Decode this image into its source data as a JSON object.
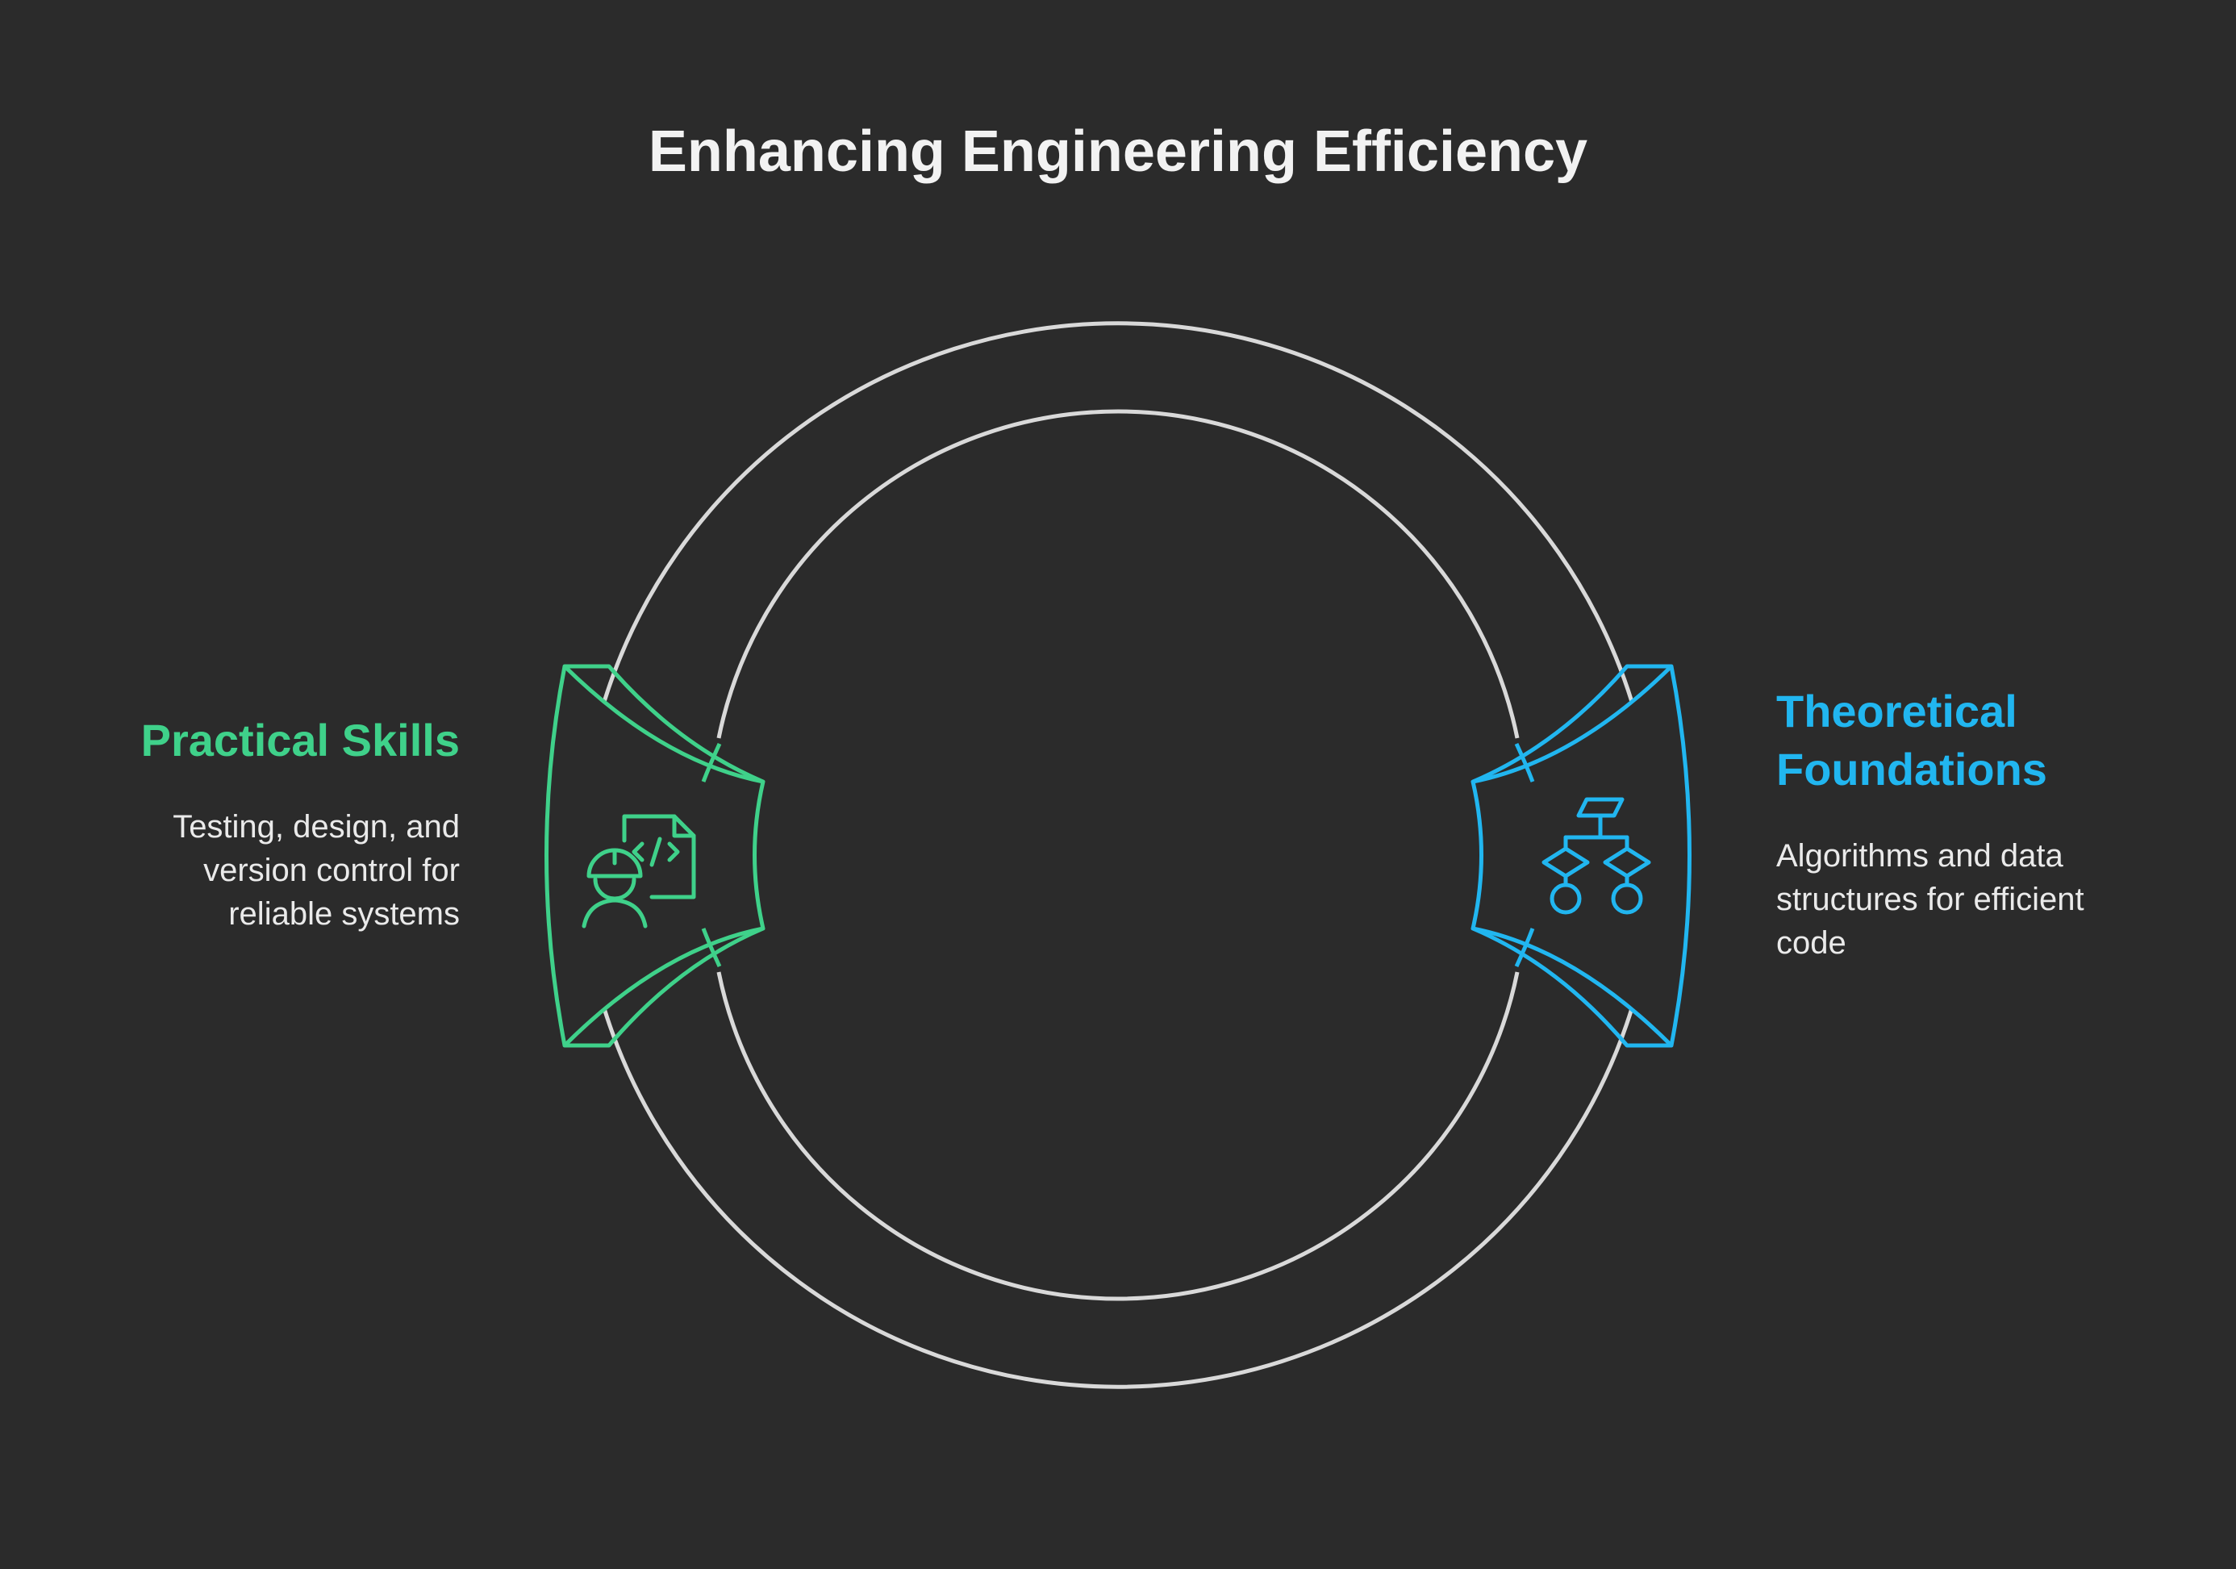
{
  "title": "Enhancing Engineering Efficiency",
  "colors": {
    "background": "#2b2b2b",
    "ring": "#d9d9d9",
    "practical_accent": "#3fd18a",
    "theoretical_accent": "#21b6f0"
  },
  "nodes": [
    {
      "heading": "Practical Skills",
      "description": "Testing, design, and version control for reliable systems",
      "icon": "engineer-with-code-document-icon"
    },
    {
      "heading": "Theoretical Foundations",
      "description": "Algorithms and data structures for efficient code",
      "icon": "flowchart-icon"
    }
  ]
}
